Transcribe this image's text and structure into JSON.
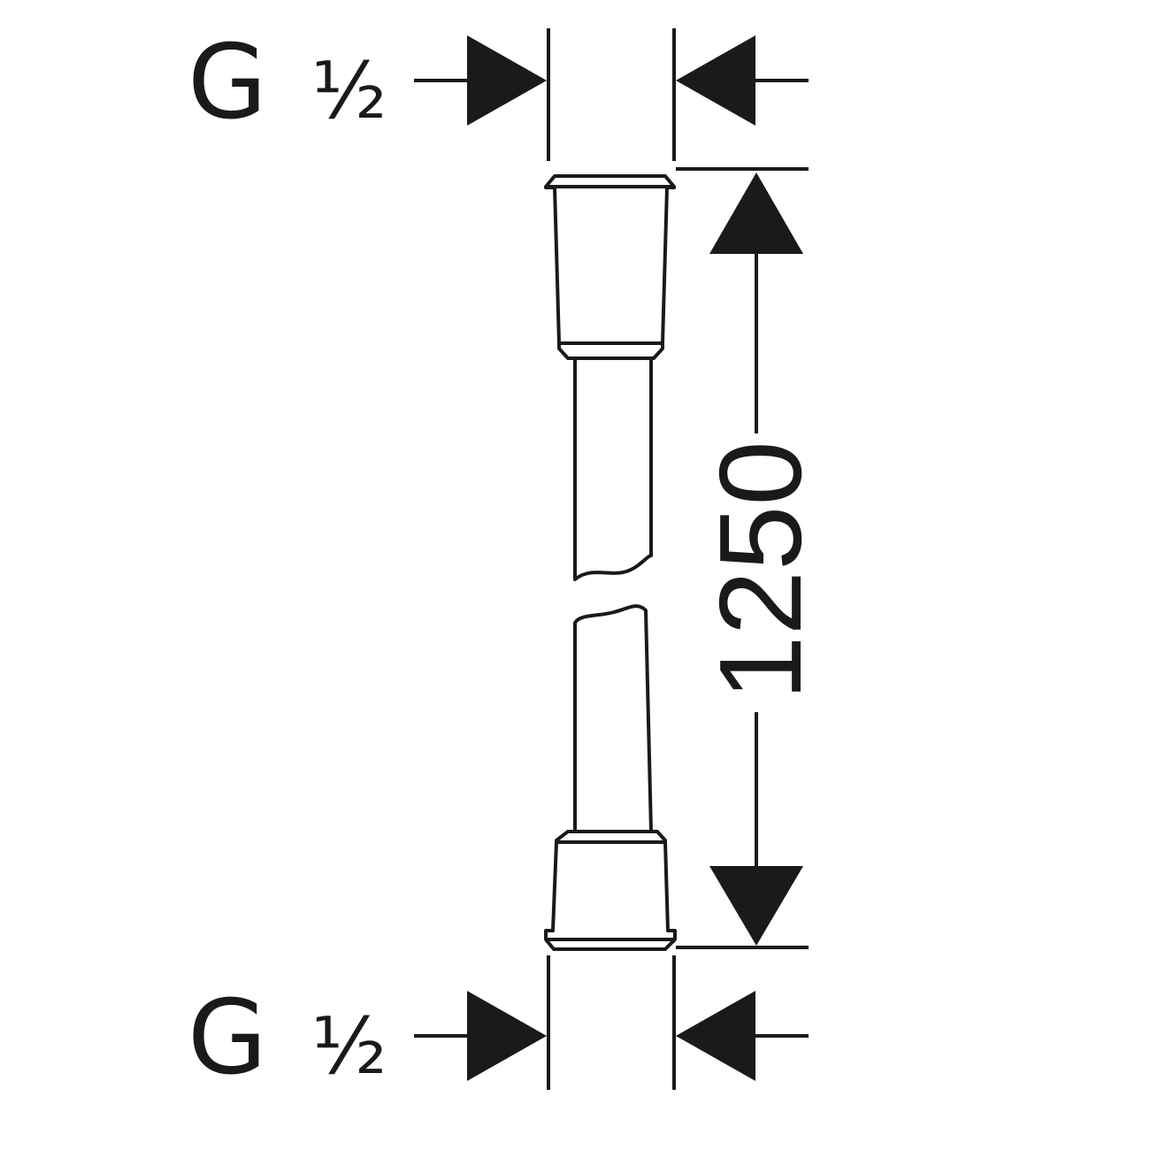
{
  "drawing": {
    "top_thread": {
      "letter": "G",
      "size": "½"
    },
    "bottom_thread": {
      "letter": "G",
      "size": "½"
    },
    "length_dimension": "1250"
  },
  "colors": {
    "line": "#1a1a1a",
    "background": "#ffffff"
  }
}
